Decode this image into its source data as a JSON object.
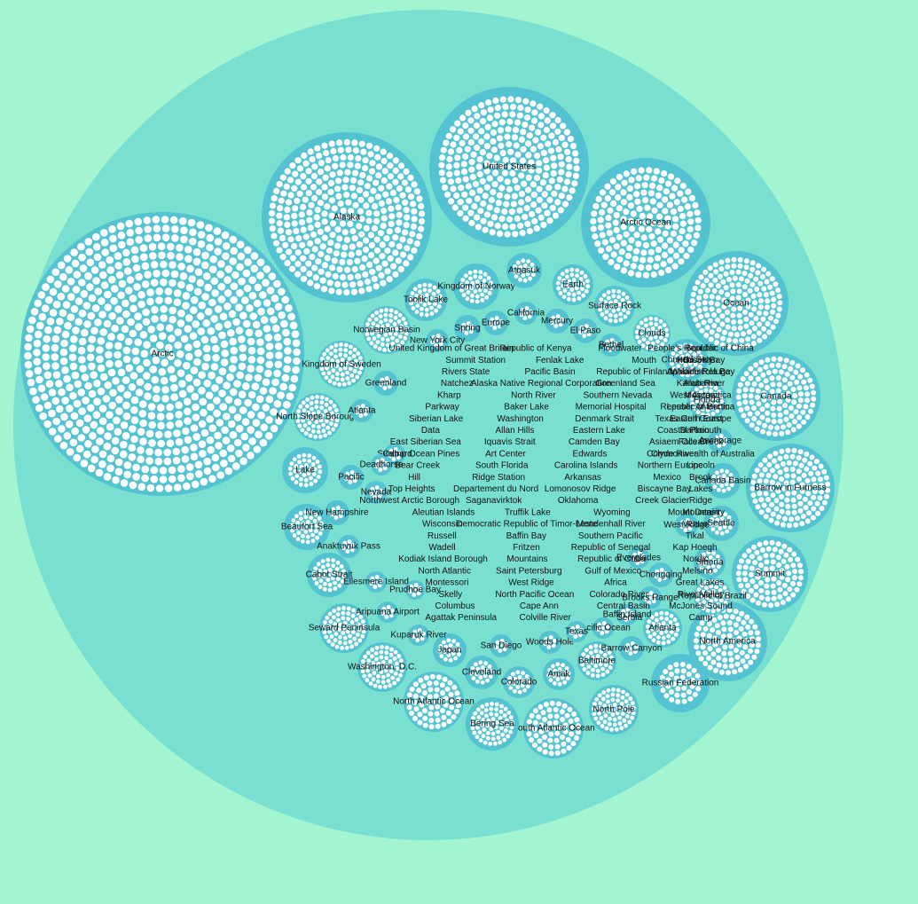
{
  "colors": {
    "background": "#a3f4d0",
    "outer_circle": "#79dfd0",
    "bubble": "#53c3d1",
    "dot": "#ffffff",
    "label": "#111111"
  },
  "root": {
    "label": ""
  },
  "bubbles": [
    {
      "label": "Arctic",
      "size": 5
    },
    {
      "label": "Alaska",
      "size": 4
    },
    {
      "label": "United States",
      "size": 4
    },
    {
      "label": "Arctic Ocean",
      "size": 3
    },
    {
      "label": "Ocean",
      "size": 3
    },
    {
      "label": "Canada",
      "size": 3
    },
    {
      "label": "Barrow in Furness",
      "size": 3
    },
    {
      "label": "Summit",
      "size": 2
    },
    {
      "label": "North America",
      "size": 2
    },
    {
      "label": "Russian Federation",
      "size": 2
    },
    {
      "label": "South Atlantic Ocean",
      "size": 2
    },
    {
      "label": "North Atlantic Ocean",
      "size": 2
    },
    {
      "label": "Bering Sea",
      "size": 2
    },
    {
      "label": "Washington, D.C.",
      "size": 1
    },
    {
      "label": "Seward Peninsula",
      "size": 1
    },
    {
      "label": "Cabot Strait",
      "size": 1
    },
    {
      "label": "Beaufort Sea",
      "size": 1
    },
    {
      "label": "Lake",
      "size": 1
    },
    {
      "label": "North Slope Borough",
      "size": 1
    },
    {
      "label": "Kingdom of Sweden",
      "size": 1
    },
    {
      "label": "Norwegian Basin",
      "size": 1
    },
    {
      "label": "Toolik Lake",
      "size": 1
    },
    {
      "label": "Kingdom of Norway",
      "size": 1
    },
    {
      "label": "Atqasuk",
      "size": 1
    },
    {
      "label": "Earth",
      "size": 1
    },
    {
      "label": "Surface Rock",
      "size": 1
    },
    {
      "label": "Clouds",
      "size": 1
    },
    {
      "label": "Chukchi Sea",
      "size": 1
    },
    {
      "label": "Florida",
      "size": 1
    },
    {
      "label": "Canada Basin",
      "size": 1
    },
    {
      "label": "Seattle",
      "size": 1
    },
    {
      "label": "Siberia",
      "size": 1
    },
    {
      "label": "Republic of Brazil",
      "size": 1
    },
    {
      "label": "North Pole",
      "size": 1
    },
    {
      "label": "Atlanta",
      "size": 1
    },
    {
      "label": "Baltimore",
      "size": 1
    },
    {
      "label": "Aniak",
      "size": 1
    },
    {
      "label": "Colorado",
      "size": 1
    },
    {
      "label": "Cleveland",
      "size": 1
    },
    {
      "label": "Japan",
      "size": 1
    },
    {
      "label": "Spring",
      "size": 1
    },
    {
      "label": "Europe",
      "size": 1
    },
    {
      "label": "California",
      "size": 1
    },
    {
      "label": "Mercury",
      "size": 1
    },
    {
      "label": "El Paso",
      "size": 1
    },
    {
      "label": "Bethel",
      "size": 1
    },
    {
      "label": "New York City",
      "size": 1
    },
    {
      "label": "Greenland",
      "size": 1
    },
    {
      "label": "Atlanta",
      "size": 1
    },
    {
      "label": "Pacific",
      "size": 1
    },
    {
      "label": "Nevada",
      "size": 1
    },
    {
      "label": "New Hampshire",
      "size": 1
    },
    {
      "label": "Anaktuvuk Pass",
      "size": 1
    },
    {
      "label": "Ellesmere Island",
      "size": 1
    },
    {
      "label": "Aripuana Airport",
      "size": 1
    },
    {
      "label": "Kuparuk River",
      "size": 1
    },
    {
      "label": "San Diego",
      "size": 1
    },
    {
      "label": "Woods Hole",
      "size": 1
    },
    {
      "label": "Pacific Ocean",
      "size": 1
    },
    {
      "label": "Barrow Canyon",
      "size": 1
    },
    {
      "label": "Chongqing",
      "size": 1
    },
    {
      "label": "West Ridge",
      "size": 1
    },
    {
      "label": "Anchorage",
      "size": 1
    },
    {
      "label": "Svalbard",
      "size": 1
    },
    {
      "label": "Deadhorse",
      "size": 1
    },
    {
      "label": "Prudhoe Bay",
      "size": 1
    },
    {
      "label": "Texas",
      "size": 1
    },
    {
      "label": "Baffin Island",
      "size": 1
    },
    {
      "label": "Everglades",
      "size": 1
    },
    {
      "label": "Brooks Range",
      "size": 1
    }
  ],
  "cluster_labels": [
    "United Kingdom of Great Britain",
    "Summit Station",
    "Rivers State",
    "Natchez",
    "Kharp",
    "Parkway",
    "Siberian Lake",
    "Data",
    "East Siberian Sea",
    "Camp Ocean Pines",
    "Bear Creek",
    "Hill",
    "Top Heights",
    "Northwest Arctic Borough",
    "Aleutian Islands",
    "Wisconsin",
    "Russell",
    "Wadell",
    "Kodiak Island Borough",
    "North Atlantic",
    "Montessori",
    "Skelly",
    "Columbus",
    "Agattak Peninsula",
    "Republic of Kenya",
    "Fenlak Lake",
    "Pacific Basin",
    "Alaska Native Regional Corporation",
    "North River",
    "Baker Lake",
    "Washington",
    "Allan Hills",
    "Iquavis Strait",
    "Art Center",
    "South Florida",
    "Ridge Station",
    "Departement du Nord",
    "Saganavirktok",
    "Truffik Lake",
    "Democratic Republic of Timor-Leste",
    "Baffin Bay",
    "Fritzen",
    "Mountains",
    "Saint Petersburg",
    "West Ridge",
    "North Pacific Ocean",
    "Cape Ann",
    "Colville River",
    "Floodwater",
    "Mouth",
    "Republic of Finland",
    "Greenland Sea",
    "Southern Nevada",
    "Memorial Hospital",
    "Denmark Strait",
    "Eastern Lake",
    "Camden Bay",
    "Edwards",
    "Carolina Islands",
    "Arkansas",
    "Lomonosov Ridge",
    "Oklahoma",
    "Wyoming",
    "Mendenhall River",
    "Southern Pacific",
    "Republic of Senegal",
    "Republic of Cuba",
    "Gulf of Mexico",
    "Africa",
    "Colorado River",
    "Central Basin",
    "Serbia",
    "Boulder",
    "Brooklyn",
    "Apalachicola Bay",
    "Kanuti River",
    "Moscow",
    "Republic of Benin",
    "Texas Gulf Coast",
    "Coastal Plain",
    "Asiaem Ocean",
    "Clyde River",
    "Northern Europe",
    "Mexico",
    "Biscayne Bay",
    "Creek Glacier",
    "Mount Density",
    "Venue",
    "Tikal",
    "Kap Hoegh",
    "Nordic",
    "Melsino",
    "Great Lakes",
    "River Valley",
    "McJones Sound",
    "Camp",
    "People's Republic of China",
    "Hudson Bay",
    "Wildlife Refuge",
    "Alabama",
    "West Antarctica",
    "Lesser Antarctica",
    "Eastern Europe",
    "Dartmouth",
    "Falls Creek",
    "Commonwealth of Australia",
    "Lincoln",
    "Brook",
    "Lakes",
    "Ridge",
    "Mountain"
  ]
}
